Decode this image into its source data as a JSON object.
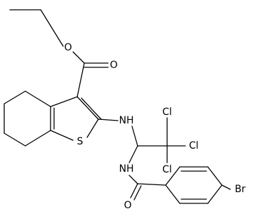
{
  "molecule": {
    "atom_labels": {
      "ester_oxygen": "O",
      "carbonyl_oxygen": "O",
      "ring_sulfur": "S",
      "amine_nh": "NH",
      "chlorine_1": "Cl",
      "chlorine_2": "Cl",
      "chlorine_3": "Cl",
      "amide_nh": "NH",
      "amide_oxygen": "O",
      "bromine": "Br"
    }
  }
}
